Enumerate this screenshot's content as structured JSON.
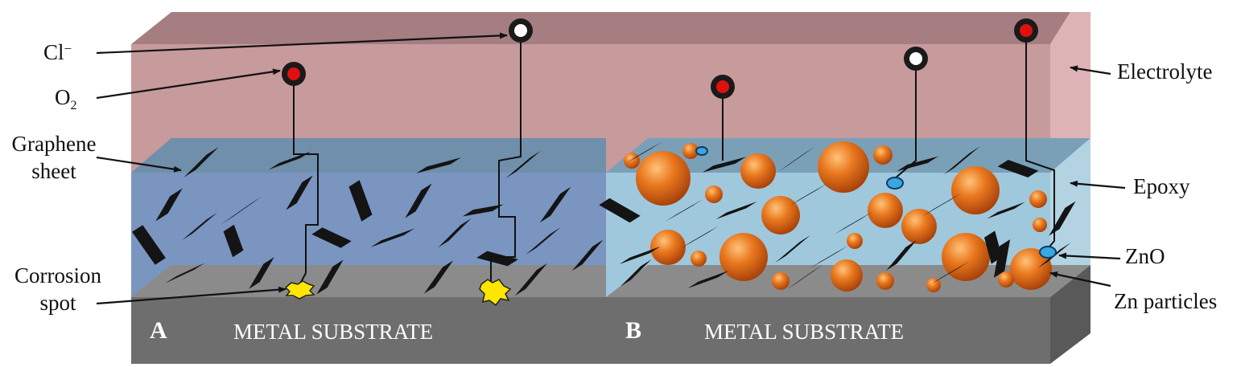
{
  "labels": {
    "chloride": "Cl",
    "chloride_sup": "−",
    "oxygen": "O",
    "oxygen_sub": "2",
    "graphene_line1": "Graphene",
    "graphene_line2": "sheet",
    "corrosion_line1": "Corrosion",
    "corrosion_line2": "spot",
    "electrolyte": "Electrolyte",
    "epoxy": "Epoxy",
    "zno": "ZnO",
    "zn_particles": "Zn particles"
  },
  "panels": [
    {
      "letter": "A",
      "substrate": "METAL SUBSTRATE"
    },
    {
      "letter": "B",
      "substrate": "METAL SUBSTRATE"
    }
  ],
  "colors": {
    "electrolyte_front": "#c79a9c",
    "electrolyte_top": "#a67d80",
    "electrolyte_side": "#deb3b5",
    "epoxy_a_front": "#7a95c0",
    "epoxy_b_front": "#9fc8dd",
    "epoxy_top": "#6f8fab",
    "epoxy_side": "#b3d3e3",
    "substrate_front": "#6f6e6e",
    "substrate_top": "#8c8b8b",
    "graphene": "#141414",
    "zn_particle": "#e0761c",
    "zno": "#3aa7e0",
    "oxygen_ion": "#e01010",
    "chloride_ion": "#ffffff",
    "corrosion_spot": "#ffe600"
  }
}
